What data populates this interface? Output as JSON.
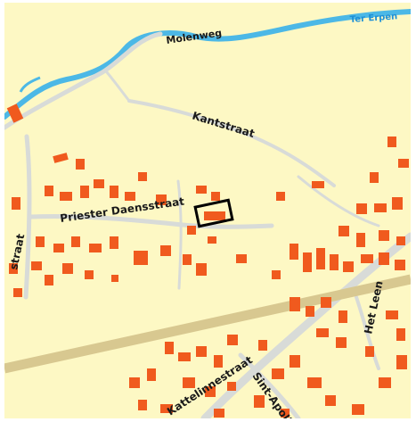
{
  "map": {
    "labels": {
      "molenweg": "Molenweg",
      "kantstraat": "Kantstraat",
      "priester": "Priester Daensstraat",
      "straat_left": "straat",
      "het_leen": "Het Leen",
      "kattelinnestraat": "Kattelinnestraat",
      "sint_apollo": "Sint-Apollo",
      "ter_erpen": "Ter Erpen"
    },
    "colors": {
      "background": "#fdf8c4",
      "buildings": "#f05a1e",
      "roads": "#d8dbd8",
      "water": "#4cb8e6",
      "railway": "#d8c890",
      "marker": "#000000"
    },
    "marker": {
      "type": "selected-parcel-outline"
    }
  }
}
